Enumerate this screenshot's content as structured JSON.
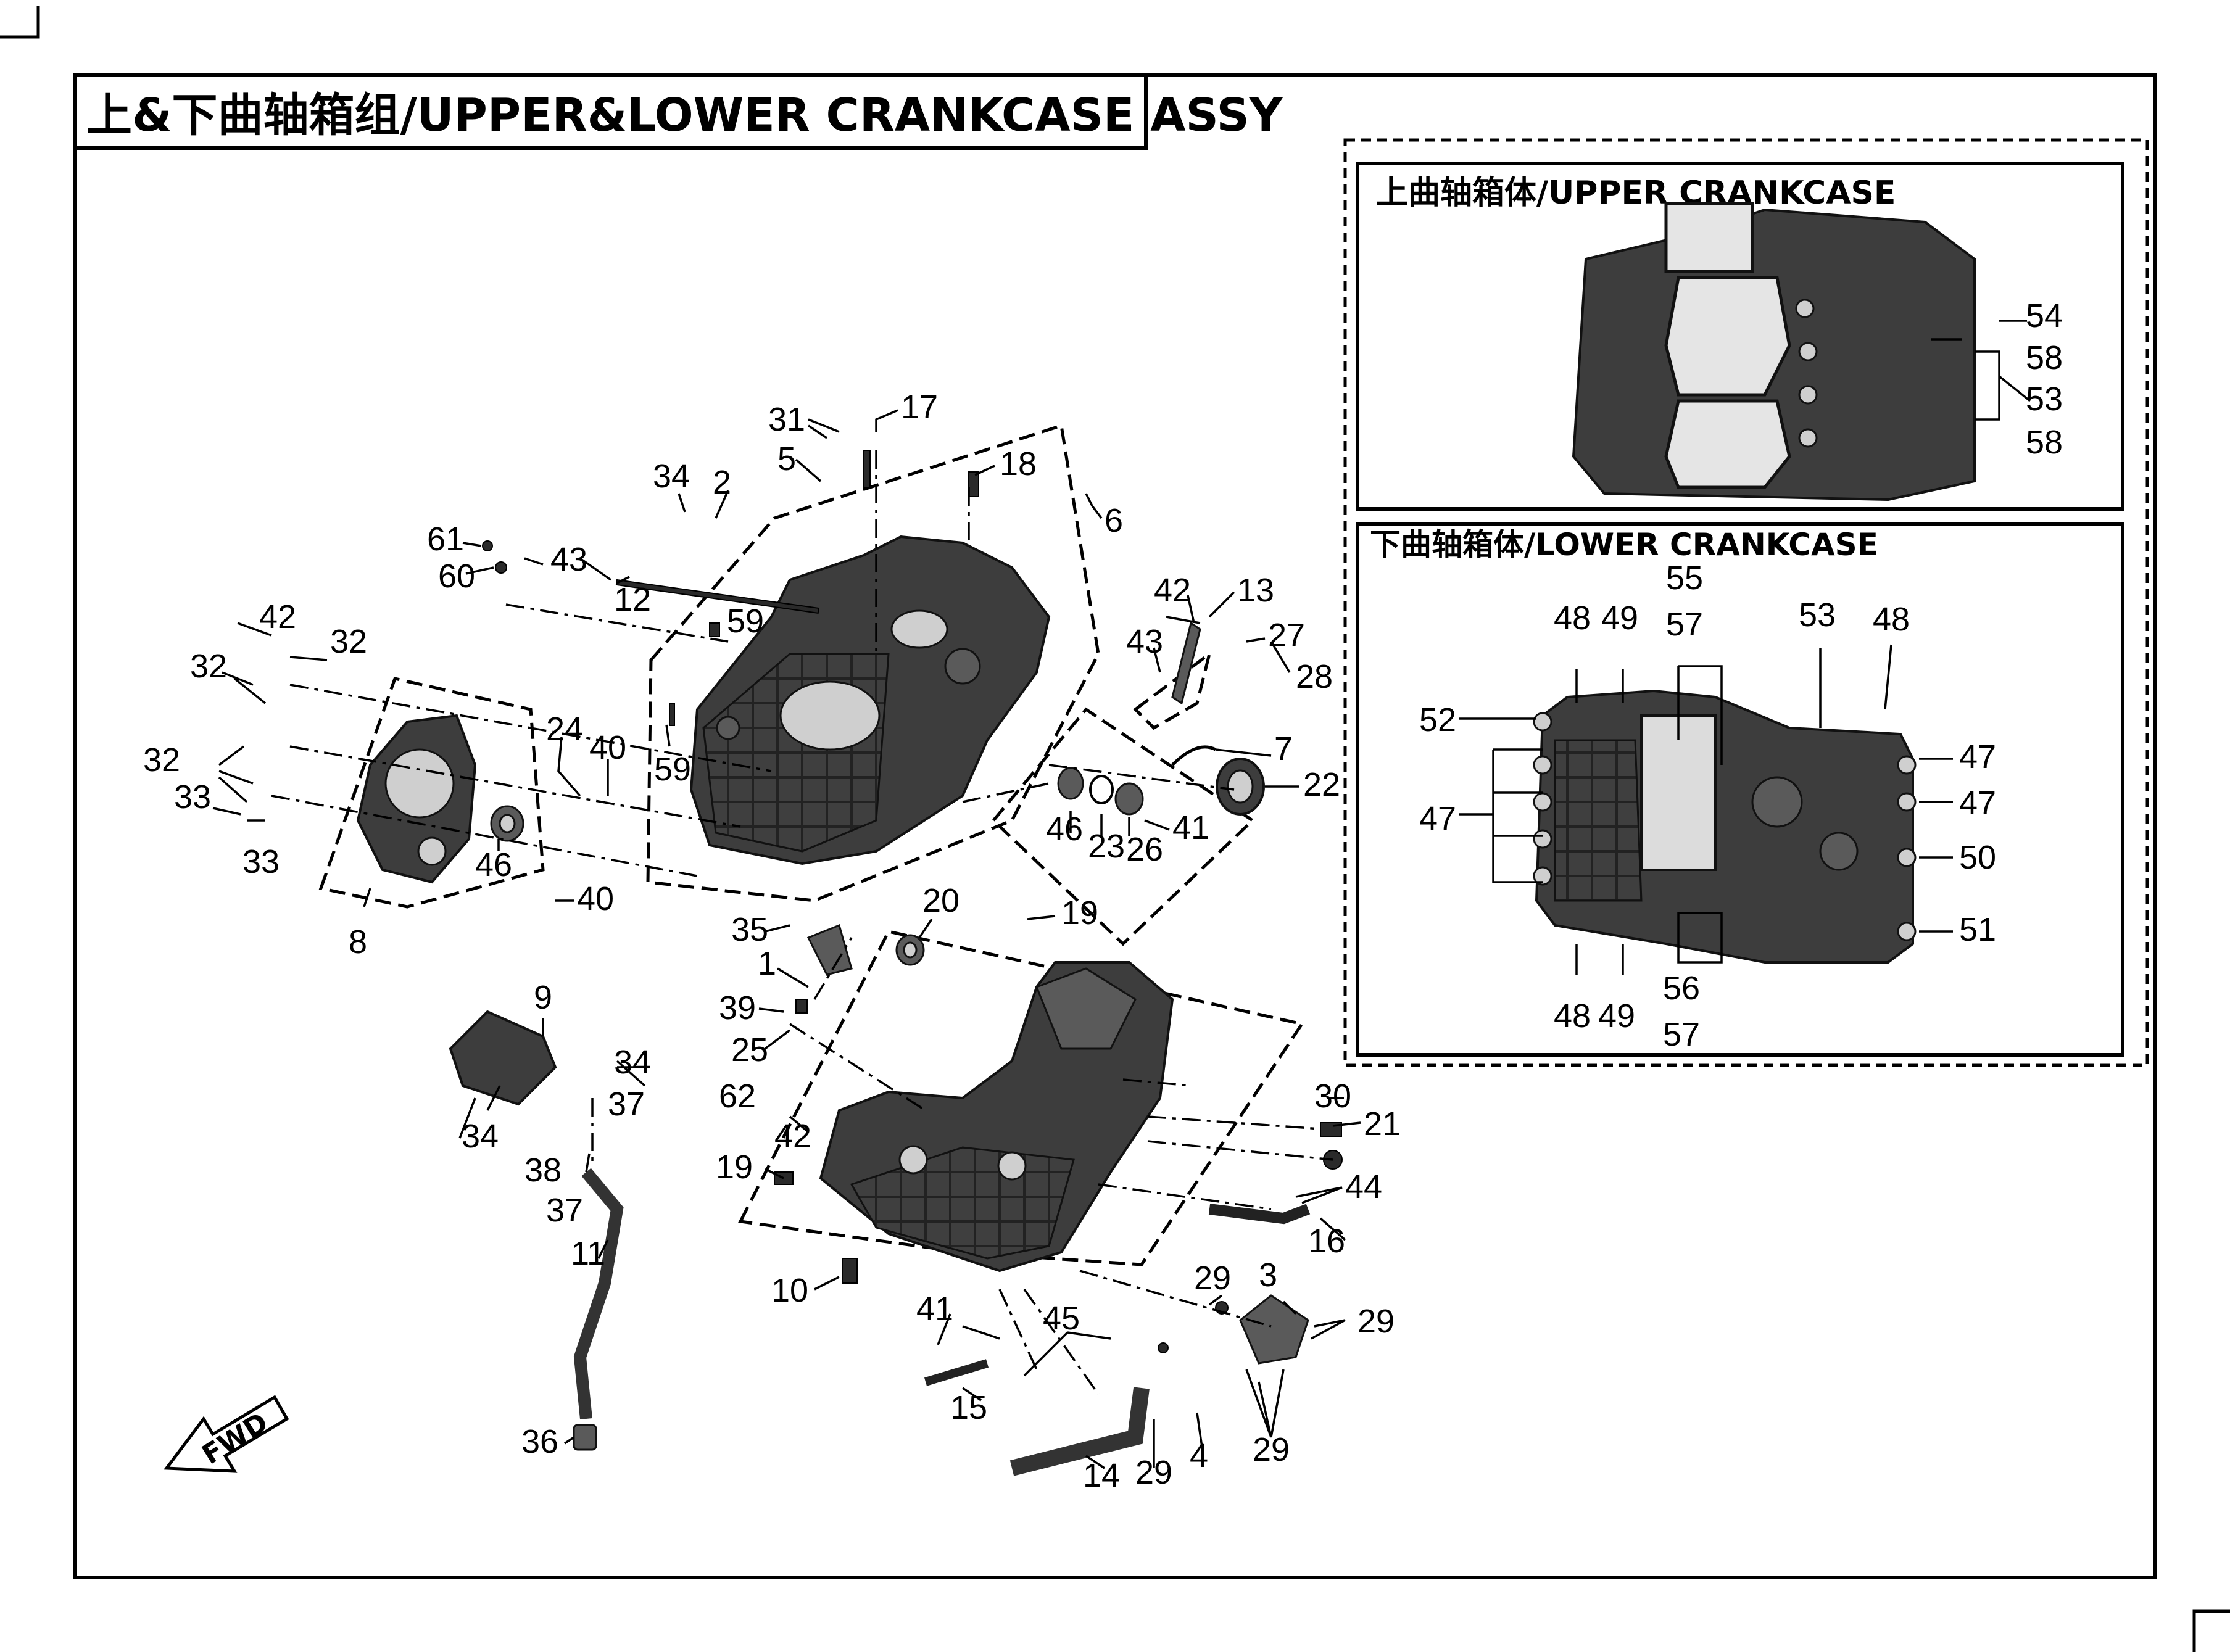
{
  "title": "上&下曲轴箱组/UPPER&LOWER CRANKCASE ASSY",
  "fwd_label": "FWD",
  "upper_inset": {
    "title": "上曲轴箱体/UPPER CRANKCASE",
    "callouts": [
      "54",
      "58",
      "53",
      "58"
    ]
  },
  "lower_inset": {
    "title": "下曲轴箱体/LOWER CRANKCASE",
    "callouts": [
      "48",
      "49",
      "55",
      "57",
      "53",
      "48",
      "52",
      "47",
      "47",
      "47",
      "50",
      "51",
      "48",
      "49",
      "56",
      "57"
    ]
  },
  "main_callouts": [
    "31",
    "17",
    "5",
    "18",
    "34",
    "2",
    "6",
    "61",
    "43",
    "60",
    "12",
    "42",
    "13",
    "59",
    "43",
    "27",
    "42",
    "32",
    "28",
    "32",
    "7",
    "59",
    "24",
    "40",
    "32",
    "22",
    "46",
    "23",
    "26",
    "41",
    "33",
    "46",
    "33",
    "40",
    "8",
    "20",
    "19",
    "35",
    "1",
    "9",
    "39",
    "25",
    "34",
    "37",
    "62",
    "34",
    "30",
    "21",
    "42",
    "38",
    "19",
    "44",
    "37",
    "16",
    "11",
    "10",
    "29",
    "3",
    "41",
    "45",
    "29",
    "15",
    "29",
    "36",
    "4",
    "14",
    "29"
  ]
}
